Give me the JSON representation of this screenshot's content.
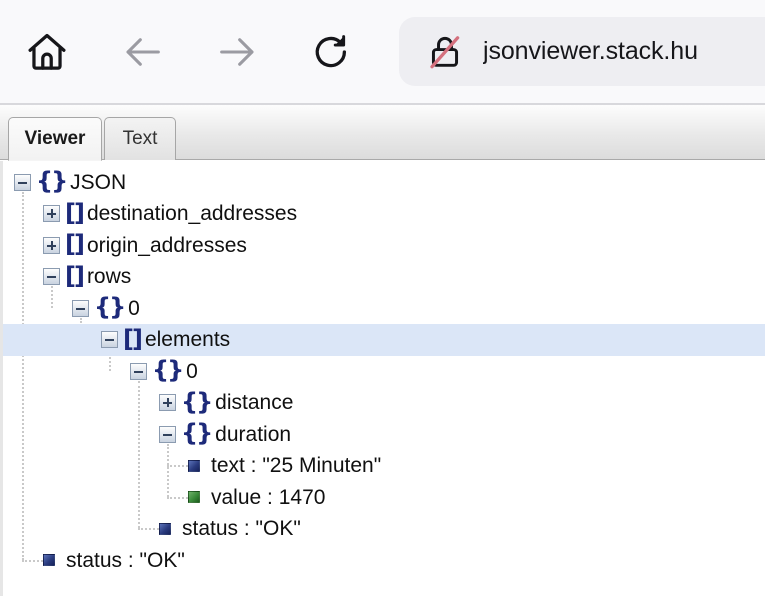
{
  "browser": {
    "nav": [
      {
        "name": "home-icon",
        "label": "Home"
      },
      {
        "name": "back-icon",
        "label": "Back"
      },
      {
        "name": "forward-icon",
        "label": "Forward"
      },
      {
        "name": "reload-icon",
        "label": "Reload"
      }
    ],
    "url": "jsonviewer.stack.hu",
    "security_icon": "insecure-lock-icon",
    "security_state": "Not secure",
    "colors": {
      "toolbar_bg": "#f9f9fb",
      "urlbar_bg": "#eeeef2",
      "insecure_strike": "#d4707e"
    }
  },
  "tabs": [
    {
      "label": "Viewer",
      "active": true
    },
    {
      "label": "Text",
      "active": false
    }
  ],
  "tree": {
    "selected_index": 5,
    "colors": {
      "selection_bg": "#dbe6f7",
      "brace": "#1d2a7a",
      "string_swatch": "#2b3c80",
      "number_swatch": "#3a8a3a"
    },
    "nodes": [
      {
        "label": "JSON",
        "glyph": "{}",
        "state": "expanded",
        "depth": 0,
        "type": "object"
      },
      {
        "label": "destination_addresses",
        "glyph": "[]",
        "state": "collapsed",
        "depth": 1,
        "type": "array"
      },
      {
        "label": "origin_addresses",
        "glyph": "[]",
        "state": "collapsed",
        "depth": 1,
        "type": "array"
      },
      {
        "label": "rows",
        "glyph": "[]",
        "state": "expanded",
        "depth": 1,
        "type": "array"
      },
      {
        "label": "0",
        "glyph": "{}",
        "state": "expanded",
        "depth": 2,
        "type": "object"
      },
      {
        "label": "elements",
        "glyph": "[]",
        "state": "expanded",
        "depth": 3,
        "type": "array"
      },
      {
        "label": "0",
        "glyph": "{}",
        "state": "expanded",
        "depth": 4,
        "type": "object"
      },
      {
        "label": "distance",
        "glyph": "{}",
        "state": "collapsed",
        "depth": 5,
        "type": "object"
      },
      {
        "label": "duration",
        "glyph": "{}",
        "state": "expanded",
        "depth": 5,
        "type": "object"
      },
      {
        "label": "text : \"25 Minuten\"",
        "glyph": "",
        "state": "leaf",
        "depth": 6,
        "type": "string"
      },
      {
        "label": "value : 1470",
        "glyph": "",
        "state": "leaf",
        "depth": 6,
        "type": "number"
      },
      {
        "label": "status : \"OK\"",
        "glyph": "",
        "state": "leaf",
        "depth": 5,
        "type": "string"
      },
      {
        "label": "status : \"OK\"",
        "glyph": "",
        "state": "leaf",
        "depth": 1,
        "type": "string"
      }
    ]
  }
}
